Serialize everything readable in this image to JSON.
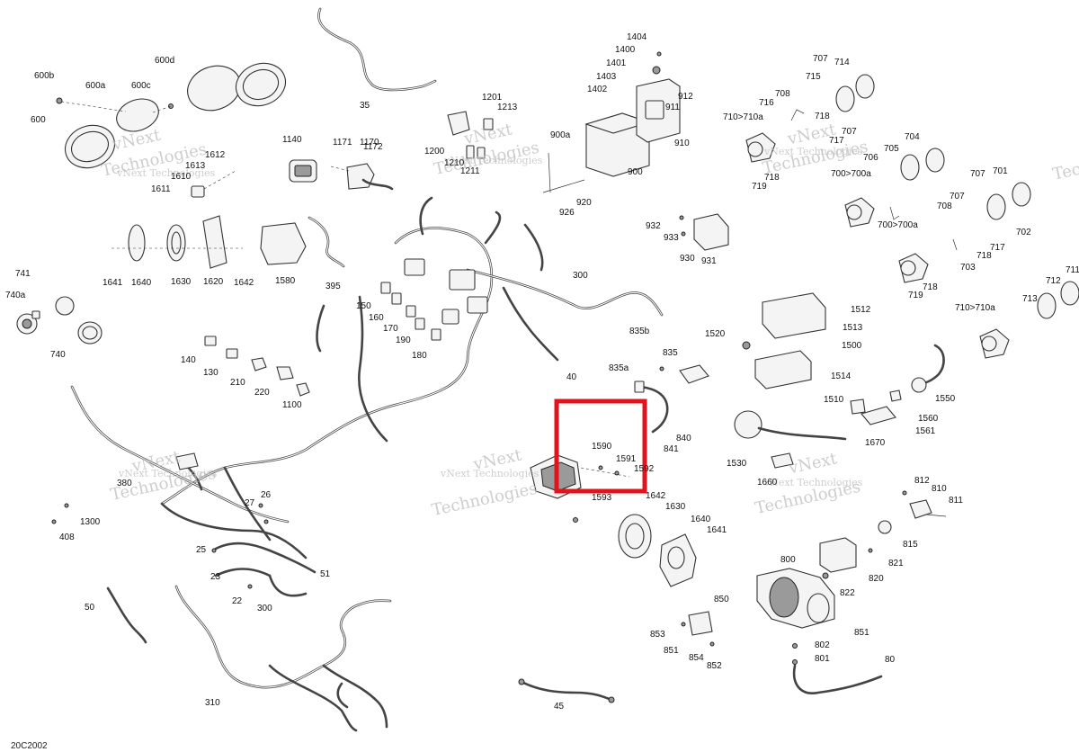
{
  "diagram": {
    "code": "20C2002",
    "watermark_line1": "vNext",
    "watermark_line2": "Technologies",
    "watermark_inline": "vNext Technologies",
    "highlight_color": "#e0141a",
    "highlighted_parts": [
      "1590",
      "1591",
      "1592"
    ],
    "callouts": [
      {
        "id": "c35",
        "label": "35"
      },
      {
        "id": "c600b",
        "label": "600b"
      },
      {
        "id": "c600a",
        "label": "600a"
      },
      {
        "id": "c600c",
        "label": "600c"
      },
      {
        "id": "c600d",
        "label": "600d"
      },
      {
        "id": "c600",
        "label": "600"
      },
      {
        "id": "c1612",
        "label": "1612"
      },
      {
        "id": "c1613",
        "label": "1613"
      },
      {
        "id": "c1610",
        "label": "1610"
      },
      {
        "id": "c1611",
        "label": "1611"
      },
      {
        "id": "c1140",
        "label": "1140"
      },
      {
        "id": "c1171",
        "label": "1171"
      },
      {
        "id": "c1170",
        "label": "1170"
      },
      {
        "id": "c1172",
        "label": "1172"
      },
      {
        "id": "c1201",
        "label": "1201"
      },
      {
        "id": "c1213",
        "label": "1213"
      },
      {
        "id": "c1200",
        "label": "1200"
      },
      {
        "id": "c1210",
        "label": "1210"
      },
      {
        "id": "c1211",
        "label": "1211"
      },
      {
        "id": "c1404",
        "label": "1404"
      },
      {
        "id": "c1400",
        "label": "1400"
      },
      {
        "id": "c1401",
        "label": "1401"
      },
      {
        "id": "c1403",
        "label": "1403"
      },
      {
        "id": "c1402",
        "label": "1402"
      },
      {
        "id": "c912",
        "label": "912"
      },
      {
        "id": "c911",
        "label": "911"
      },
      {
        "id": "c910",
        "label": "910"
      },
      {
        "id": "c900a",
        "label": "900a"
      },
      {
        "id": "c900",
        "label": "900"
      },
      {
        "id": "c920",
        "label": "920"
      },
      {
        "id": "c926",
        "label": "926"
      },
      {
        "id": "c707a",
        "label": "707"
      },
      {
        "id": "c714",
        "label": "714"
      },
      {
        "id": "c715",
        "label": "715"
      },
      {
        "id": "c716",
        "label": "716"
      },
      {
        "id": "c708a",
        "label": "708"
      },
      {
        "id": "c710a",
        "label": "710>710a"
      },
      {
        "id": "c718a",
        "label": "718"
      },
      {
        "id": "c707b",
        "label": "707"
      },
      {
        "id": "c717a",
        "label": "717"
      },
      {
        "id": "c718b",
        "label": "718"
      },
      {
        "id": "c719a",
        "label": "719"
      },
      {
        "id": "c705",
        "label": "705"
      },
      {
        "id": "c704",
        "label": "704"
      },
      {
        "id": "c706",
        "label": "706"
      },
      {
        "id": "c700a",
        "label": "700>700a"
      },
      {
        "id": "c707c",
        "label": "707"
      },
      {
        "id": "c701",
        "label": "701"
      },
      {
        "id": "c707d",
        "label": "707"
      },
      {
        "id": "c708b",
        "label": "708"
      },
      {
        "id": "c702",
        "label": "702"
      },
      {
        "id": "c700b",
        "label": "700>700a"
      },
      {
        "id": "c717b",
        "label": "717"
      },
      {
        "id": "c718c",
        "label": "718"
      },
      {
        "id": "c703",
        "label": "703"
      },
      {
        "id": "c718d",
        "label": "718"
      },
      {
        "id": "c719b",
        "label": "719"
      },
      {
        "id": "c711",
        "label": "711"
      },
      {
        "id": "c712",
        "label": "712"
      },
      {
        "id": "c713",
        "label": "713"
      },
      {
        "id": "c710b",
        "label": "710>710a"
      },
      {
        "id": "c741",
        "label": "741"
      },
      {
        "id": "c740a",
        "label": "740a"
      },
      {
        "id": "c740",
        "label": "740"
      },
      {
        "id": "c1641a",
        "label": "1641"
      },
      {
        "id": "c1640a",
        "label": "1640"
      },
      {
        "id": "c1630a",
        "label": "1630"
      },
      {
        "id": "c1620",
        "label": "1620"
      },
      {
        "id": "c1642a",
        "label": "1642"
      },
      {
        "id": "c1580",
        "label": "1580"
      },
      {
        "id": "c395",
        "label": "395"
      },
      {
        "id": "c932",
        "label": "932"
      },
      {
        "id": "c933",
        "label": "933"
      },
      {
        "id": "c930",
        "label": "930"
      },
      {
        "id": "c931",
        "label": "931"
      },
      {
        "id": "c300a",
        "label": "300"
      },
      {
        "id": "c150",
        "label": "150"
      },
      {
        "id": "c160",
        "label": "160"
      },
      {
        "id": "c170",
        "label": "170"
      },
      {
        "id": "c190",
        "label": "190"
      },
      {
        "id": "c180",
        "label": "180"
      },
      {
        "id": "c40",
        "label": "40"
      },
      {
        "id": "c1512",
        "label": "1512"
      },
      {
        "id": "c1513",
        "label": "1513"
      },
      {
        "id": "c1500",
        "label": "1500"
      },
      {
        "id": "c1520",
        "label": "1520"
      },
      {
        "id": "c1514",
        "label": "1514"
      },
      {
        "id": "c1510",
        "label": "1510"
      },
      {
        "id": "c140",
        "label": "140"
      },
      {
        "id": "c130",
        "label": "130"
      },
      {
        "id": "c210",
        "label": "210"
      },
      {
        "id": "c220",
        "label": "220"
      },
      {
        "id": "c1100",
        "label": "1100"
      },
      {
        "id": "c835b",
        "label": "835b"
      },
      {
        "id": "c835",
        "label": "835"
      },
      {
        "id": "c835a",
        "label": "835a"
      },
      {
        "id": "c1550",
        "label": "1550"
      },
      {
        "id": "c1560",
        "label": "1560"
      },
      {
        "id": "c1561",
        "label": "1561"
      },
      {
        "id": "c1670",
        "label": "1670"
      },
      {
        "id": "c840",
        "label": "840"
      },
      {
        "id": "c841",
        "label": "841"
      },
      {
        "id": "c1590",
        "label": "1590"
      },
      {
        "id": "c1591",
        "label": "1591"
      },
      {
        "id": "c1592",
        "label": "1592"
      },
      {
        "id": "c1593",
        "label": "1593"
      },
      {
        "id": "c1642b",
        "label": "1642"
      },
      {
        "id": "c1530",
        "label": "1530"
      },
      {
        "id": "c1660",
        "label": "1660"
      },
      {
        "id": "c380",
        "label": "380"
      },
      {
        "id": "c27",
        "label": "27"
      },
      {
        "id": "c26",
        "label": "26"
      },
      {
        "id": "c1300",
        "label": "1300"
      },
      {
        "id": "c408",
        "label": "408"
      },
      {
        "id": "c1630b",
        "label": "1630"
      },
      {
        "id": "c1640b",
        "label": "1640"
      },
      {
        "id": "c1641b",
        "label": "1641"
      },
      {
        "id": "c812",
        "label": "812"
      },
      {
        "id": "c810",
        "label": "810"
      },
      {
        "id": "c811",
        "label": "811"
      },
      {
        "id": "c815",
        "label": "815"
      },
      {
        "id": "c821",
        "label": "821"
      },
      {
        "id": "c820",
        "label": "820"
      },
      {
        "id": "c822",
        "label": "822"
      },
      {
        "id": "c25",
        "label": "25"
      },
      {
        "id": "c23",
        "label": "23"
      },
      {
        "id": "c51",
        "label": "51"
      },
      {
        "id": "c22",
        "label": "22"
      },
      {
        "id": "c300b",
        "label": "300"
      },
      {
        "id": "c800",
        "label": "800"
      },
      {
        "id": "c50",
        "label": "50"
      },
      {
        "id": "c850",
        "label": "850"
      },
      {
        "id": "c853",
        "label": "853"
      },
      {
        "id": "c851a",
        "label": "851"
      },
      {
        "id": "c854",
        "label": "854"
      },
      {
        "id": "c852",
        "label": "852"
      },
      {
        "id": "c851b",
        "label": "851"
      },
      {
        "id": "c802",
        "label": "802"
      },
      {
        "id": "c801",
        "label": "801"
      },
      {
        "id": "c80",
        "label": "80"
      },
      {
        "id": "c310",
        "label": "310"
      },
      {
        "id": "c45",
        "label": "45"
      }
    ]
  }
}
